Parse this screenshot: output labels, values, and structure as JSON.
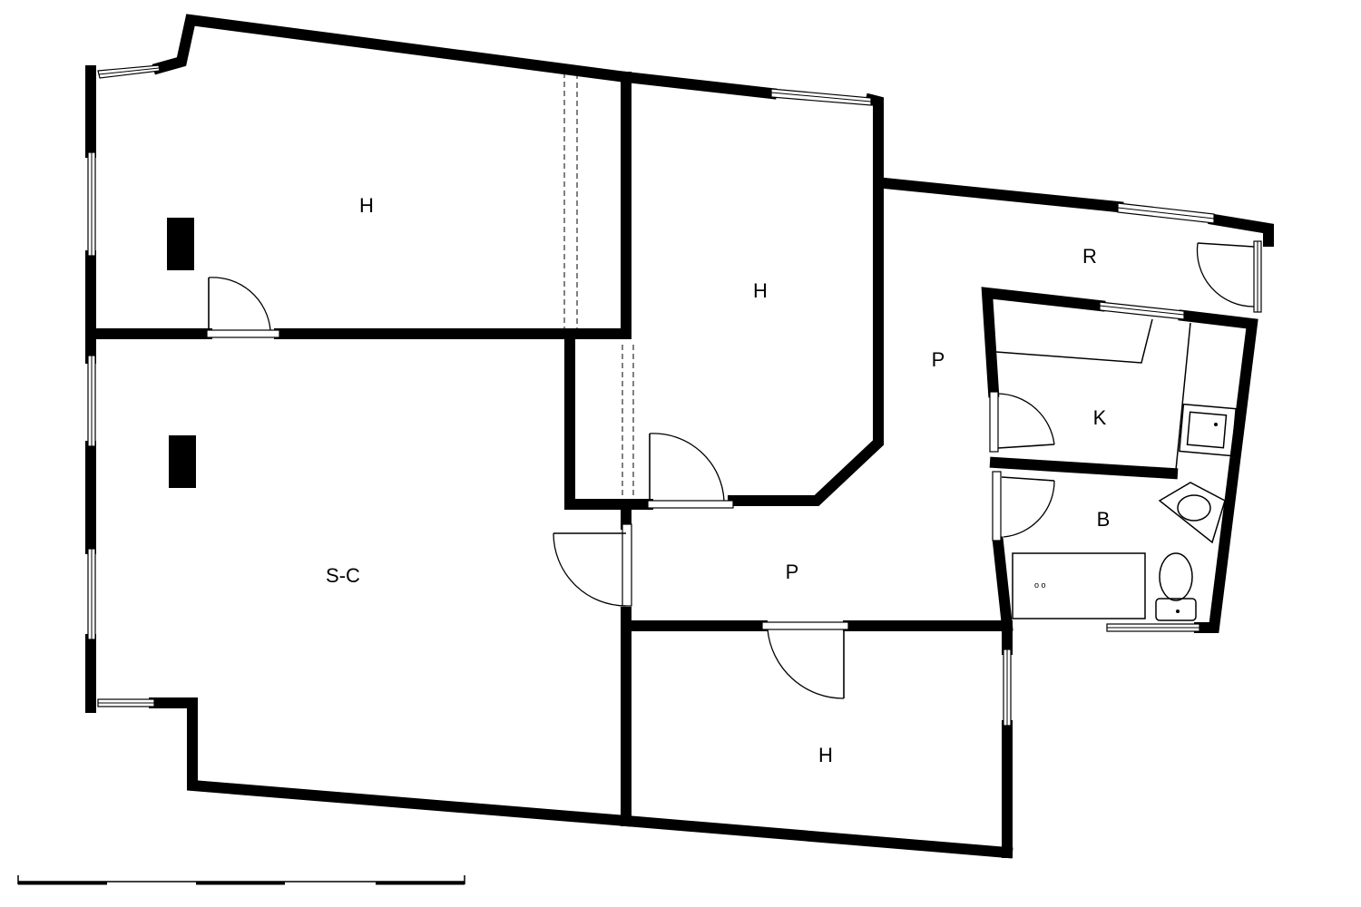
{
  "rooms": {
    "bedroom_top_left": "H",
    "bedroom_top_middle": "H",
    "living_kitchen": "S-C",
    "passage_right": "P",
    "passage_bottom": "P",
    "storage": "R",
    "kitchen": "K",
    "bathroom": "B",
    "bedroom_bottom": "H"
  }
}
